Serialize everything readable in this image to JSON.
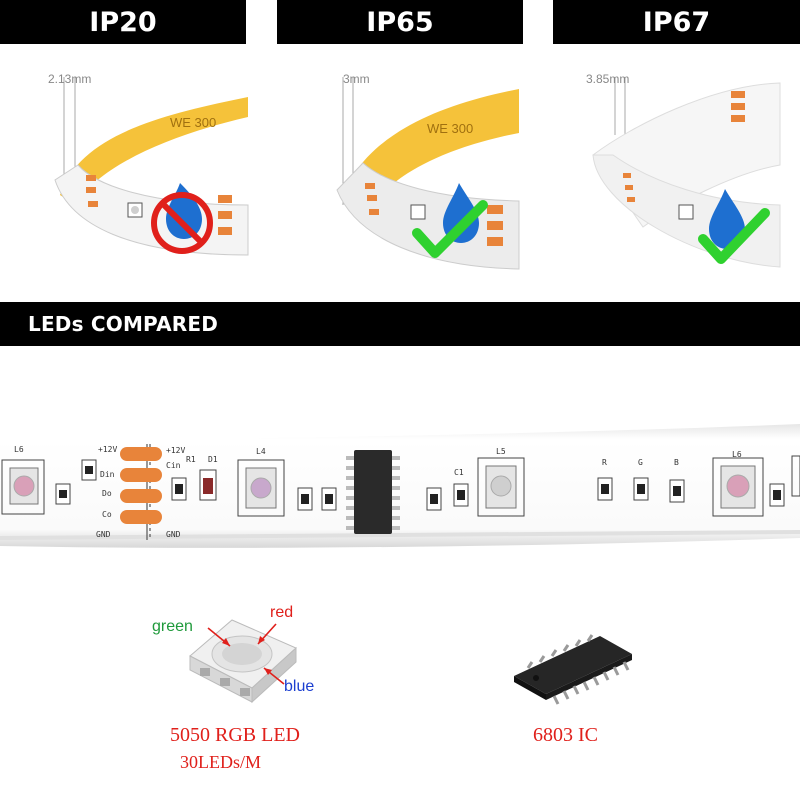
{
  "ratings": [
    {
      "label": "IP20",
      "thickness": "2.13mm",
      "waterproof": false
    },
    {
      "label": "IP65",
      "thickness": "3mm",
      "waterproof": true
    },
    {
      "label": "IP67",
      "thickness": "3.85mm",
      "waterproof": true
    }
  ],
  "section_title": "LEDs COMPARED",
  "strip_labels": {
    "l6": "L6",
    "plus12v_a": "+12V",
    "plus12v_b": "+12V",
    "din": "Din",
    "do": "Do",
    "cin": "Cin",
    "co": "Co",
    "gnd_a": "GND",
    "gnd_b": "GND",
    "r1": "R1",
    "d1": "D1",
    "l4": "L4",
    "c1": "C1",
    "l5": "L5",
    "r": "R",
    "g": "G",
    "b": "B",
    "l6b": "L6"
  },
  "led_legend": {
    "green": "green",
    "red": "red",
    "blue": "blue"
  },
  "led_caption": "5050 RGB LED",
  "led_density": "30LEDs/M",
  "ic_caption": "6803 IC",
  "colors": {
    "tab_bg": "#000000",
    "tape_yellow": "#f5c23a",
    "copper_pad": "#e8843a",
    "check_green": "#2fd12f",
    "no_red": "#e0201b",
    "drop_blue": "#1e6fd0"
  }
}
